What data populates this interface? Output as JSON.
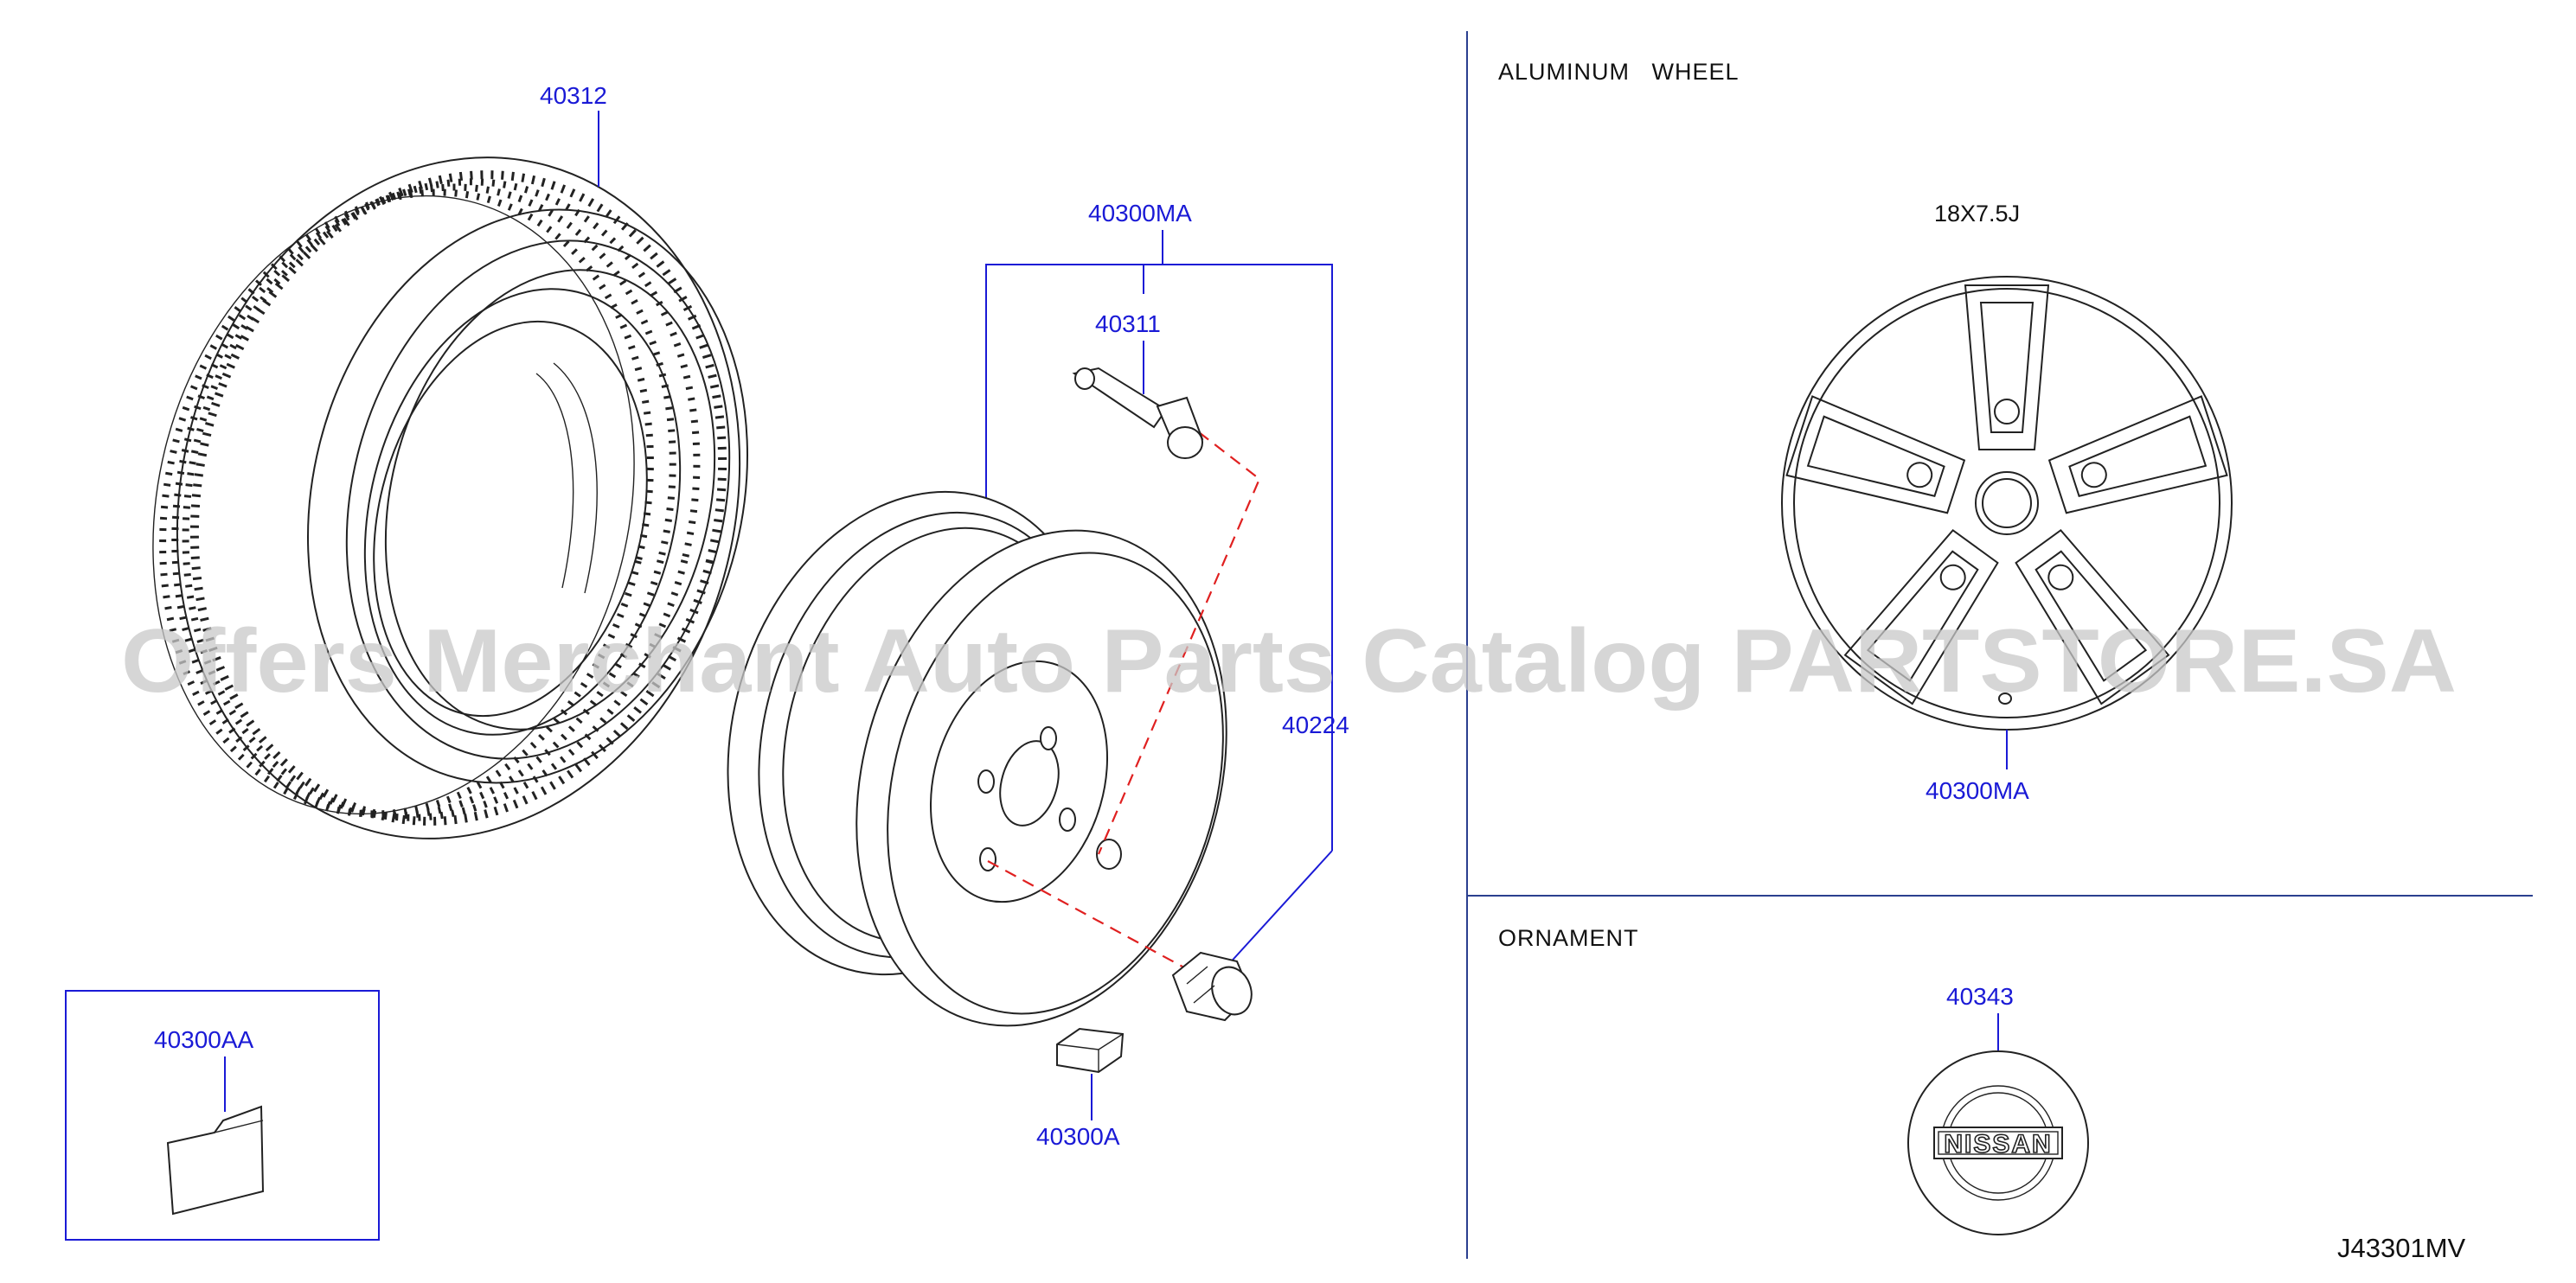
{
  "sections": {
    "aluminum_wheel": {
      "title": "ALUMINUM   WHEEL",
      "size": "18X7.5J"
    },
    "ornament": {
      "title": "ORNAMENT"
    }
  },
  "parts": {
    "tire": "40312",
    "wheel_assembly": "40300MA",
    "valve": "40311",
    "nut": "40224",
    "balance_weight_box": "40300AA",
    "balance_weight": "40300A",
    "aluminum_wheel": "40300MA",
    "ornament": "40343"
  },
  "emblem_text": "NISSAN",
  "diagram_code": "J43301MV",
  "watermark": "Offers Merchant Auto Parts Catalog PARTSTORE.SA",
  "colors": {
    "label": "#1a1ad6",
    "divider": "#2a3f8f",
    "hidden_line": "#e02020",
    "watermark": "#c8c8c8"
  }
}
